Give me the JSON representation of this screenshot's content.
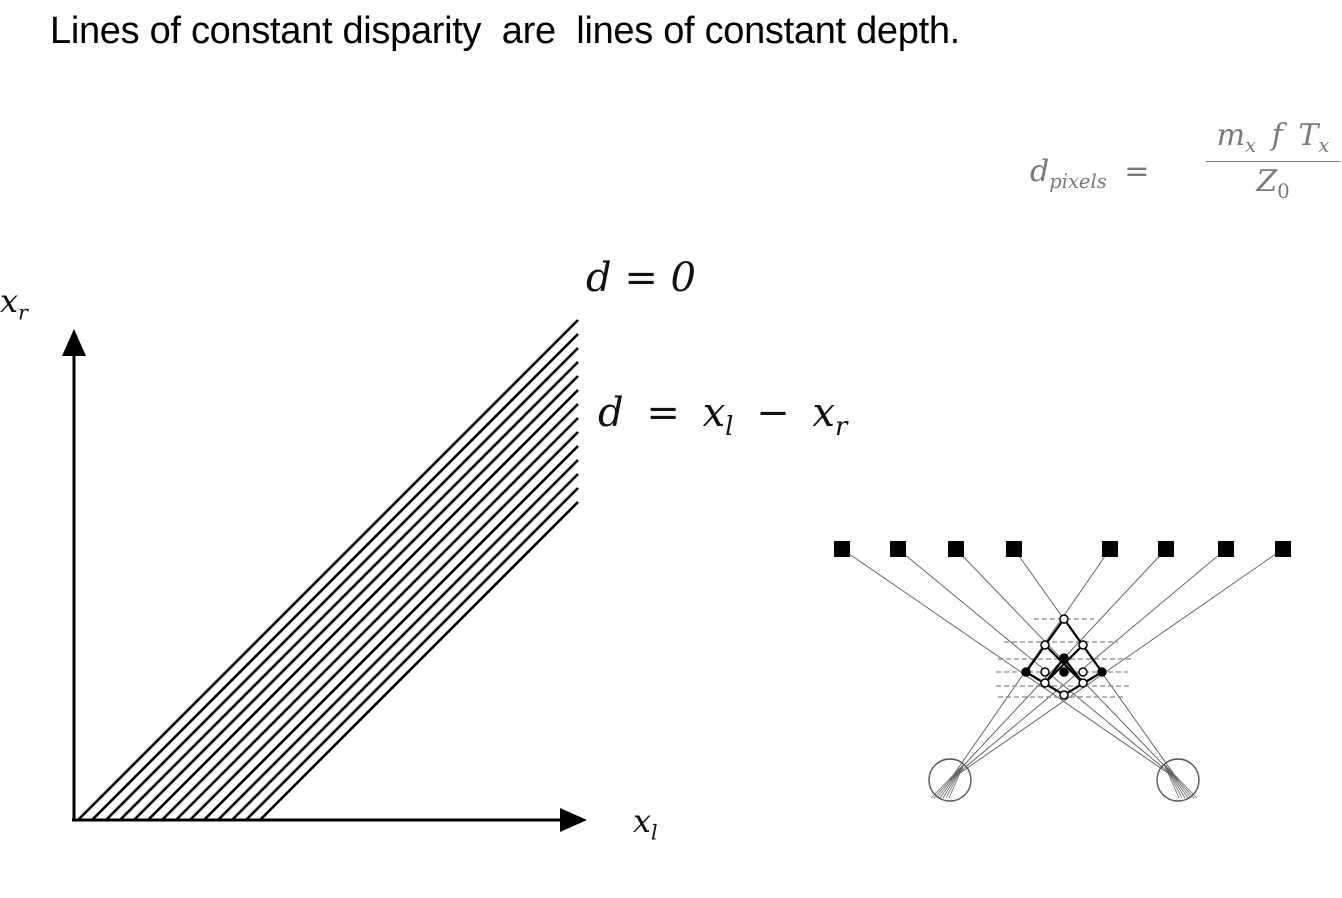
{
  "title": "Lines of constant disparity  are  lines of constant depth.",
  "formula": {
    "lhs_var": "d",
    "lhs_sub": "pixels",
    "equals": "=",
    "numerator": {
      "m": "m",
      "m_sub": "x",
      "f": "f",
      "T": "T",
      "T_sub": "x"
    },
    "denominator": {
      "Z": "Z",
      "Z_sub": "0"
    }
  },
  "plot": {
    "y_axis_var": "x",
    "y_axis_sub": "r",
    "x_axis_var": "x",
    "x_axis_sub": "l",
    "zero_label": "d = 0",
    "disparity_label": {
      "d": "d",
      "eq": "=",
      "xl": "x",
      "xl_sub": "l",
      "minus": "−",
      "xr": "x",
      "xr_sub": "r"
    },
    "line_count": 14
  },
  "stereo_network": {
    "top_nodes": 8,
    "eyes": 2
  }
}
